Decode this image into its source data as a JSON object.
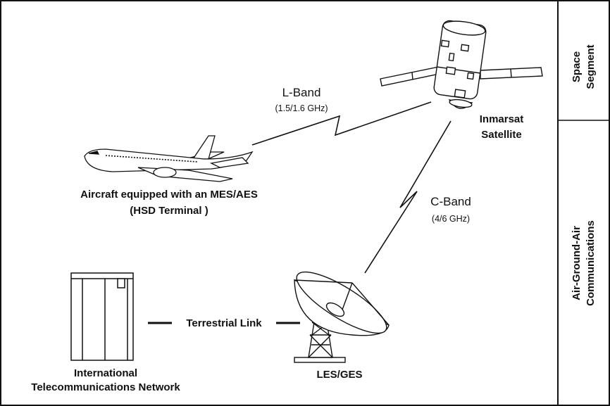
{
  "sidebar": {
    "top_line1": "Space",
    "top_line2": "Segment",
    "bottom_line1": "Air-Ground-Air",
    "bottom_line2": "Communications"
  },
  "satellite": {
    "label_line1": "Inmarsat",
    "label_line2": "Satellite"
  },
  "l_band": {
    "label": "L-Band",
    "freq": "(1.5/1.6 GHz)"
  },
  "c_band": {
    "label": "C-Band",
    "freq": "(4/6 GHz)"
  },
  "aircraft": {
    "label_line1": "Aircraft equipped with an MES/AES",
    "label_line2": "(HSD  Terminal )"
  },
  "terrestrial_link": {
    "label": "Terrestrial Link"
  },
  "network": {
    "label_line1": "International",
    "label_line2": "Telecommunications Network"
  },
  "ground_station": {
    "label": "LES/GES"
  }
}
